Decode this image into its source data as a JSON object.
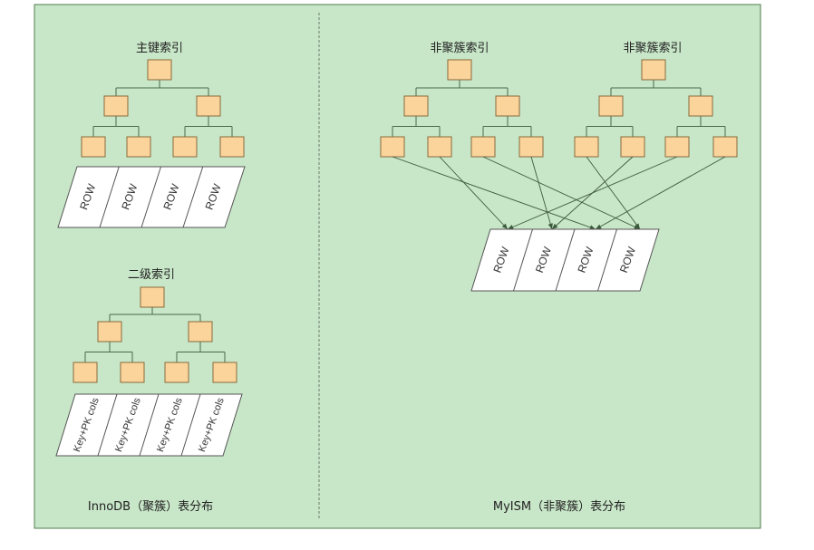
{
  "colors": {
    "panel_bg": "#c8e6c8",
    "panel_border": "#4f7f4f",
    "node_fill": "#fbd49c",
    "node_border": "#8a6a3a",
    "tree_line": "#4a6a4a",
    "row_fill": "#ffffff",
    "divider": "#6b7c6b"
  },
  "innodb": {
    "primary_index_title": "主键索引",
    "primary_rows": [
      "ROW",
      "ROW",
      "ROW",
      "ROW"
    ],
    "secondary_index_title": "二级索引",
    "secondary_rows": [
      "Key+PK cols",
      "Key+PK cols",
      "Key+PK cols",
      "Key+PK cols"
    ],
    "caption": "InnoDB（聚簇）表分布"
  },
  "myisam": {
    "index_titles": [
      "非聚簇索引",
      "非聚簇索引"
    ],
    "rows": [
      "ROW",
      "ROW",
      "ROW",
      "ROW"
    ],
    "caption": "MyISM（非聚簇）表分布"
  }
}
